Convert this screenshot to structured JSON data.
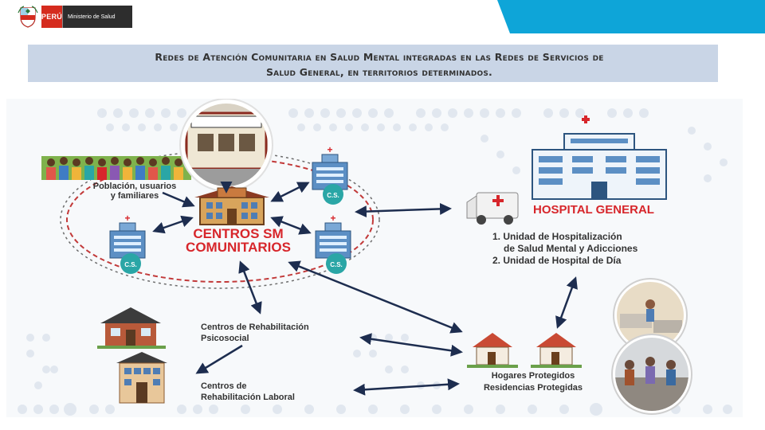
{
  "header": {
    "country": "PERÚ",
    "ministry": "Ministerio de Salud",
    "accent_color": "#0ea5d8",
    "brand_red": "#d52b1e"
  },
  "title": {
    "line1": "Redes de Atención Comunitaria en Salud Mental integradas en las Redes de Servicios de",
    "line2": "Salud General, en territorios determinados."
  },
  "diagram": {
    "population": {
      "line1": "Población, usuarios",
      "line2": "y familiares"
    },
    "centros": {
      "line1": "CENTROS SM",
      "line2": "COMUNITARIOS"
    },
    "cs_label": "C.S.",
    "hospital": {
      "title": "HOSPITAL GENERAL",
      "item1_a": "1. Unidad de Hospitalización",
      "item1_b": "de Salud Mental y Adicciones",
      "item2": "2. Unidad de Hospital de Día"
    },
    "rehab_psico": {
      "line1": "Centros de Rehabilitación",
      "line2": "Psicosocial"
    },
    "rehab_laboral": {
      "line1": "Centros de",
      "line2": "Rehabilitación Laboral"
    },
    "hogares": {
      "line1": "Hogares Protegidos",
      "line2": "Residencias Protegidas"
    },
    "colors": {
      "red": "#d7262b",
      "navy": "#17365d",
      "teal": "#2aa6a6",
      "building_blue": "#5c8fc4",
      "arrow": "#1d2d4f"
    }
  }
}
